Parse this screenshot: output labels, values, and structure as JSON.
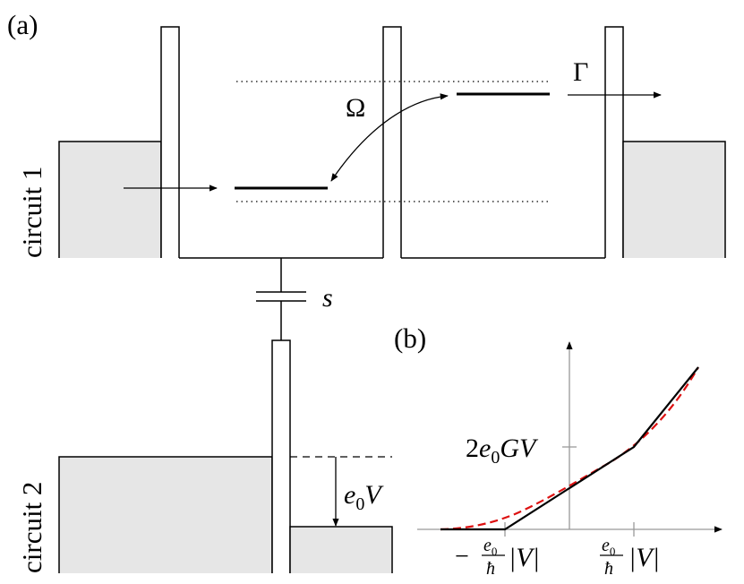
{
  "panel_a": {
    "label": "(a)",
    "circuit1_label": "circuit 1",
    "circuit2_label": "circuit 2",
    "omega": "Ω",
    "gamma": "Γ",
    "capacitor": "s",
    "bias_e": "e",
    "bias_sub": "0",
    "bias_v": "V"
  },
  "panel_b": {
    "label": "(b)",
    "ytick_coef": "2",
    "ytick_e": "e",
    "ytick_sub": "0",
    "ytick_rest": "GV",
    "xtick_neg_sign": "−",
    "xtick_frac_num_e": "e",
    "xtick_frac_num_sub": "0",
    "xtick_frac_den": "ħ",
    "xtick_abs": "|V|"
  },
  "colors": {
    "reservoir_fill": "#e6e6e6",
    "line": "#000000",
    "axis": "#999999",
    "dashed_curve": "#dd1111"
  }
}
